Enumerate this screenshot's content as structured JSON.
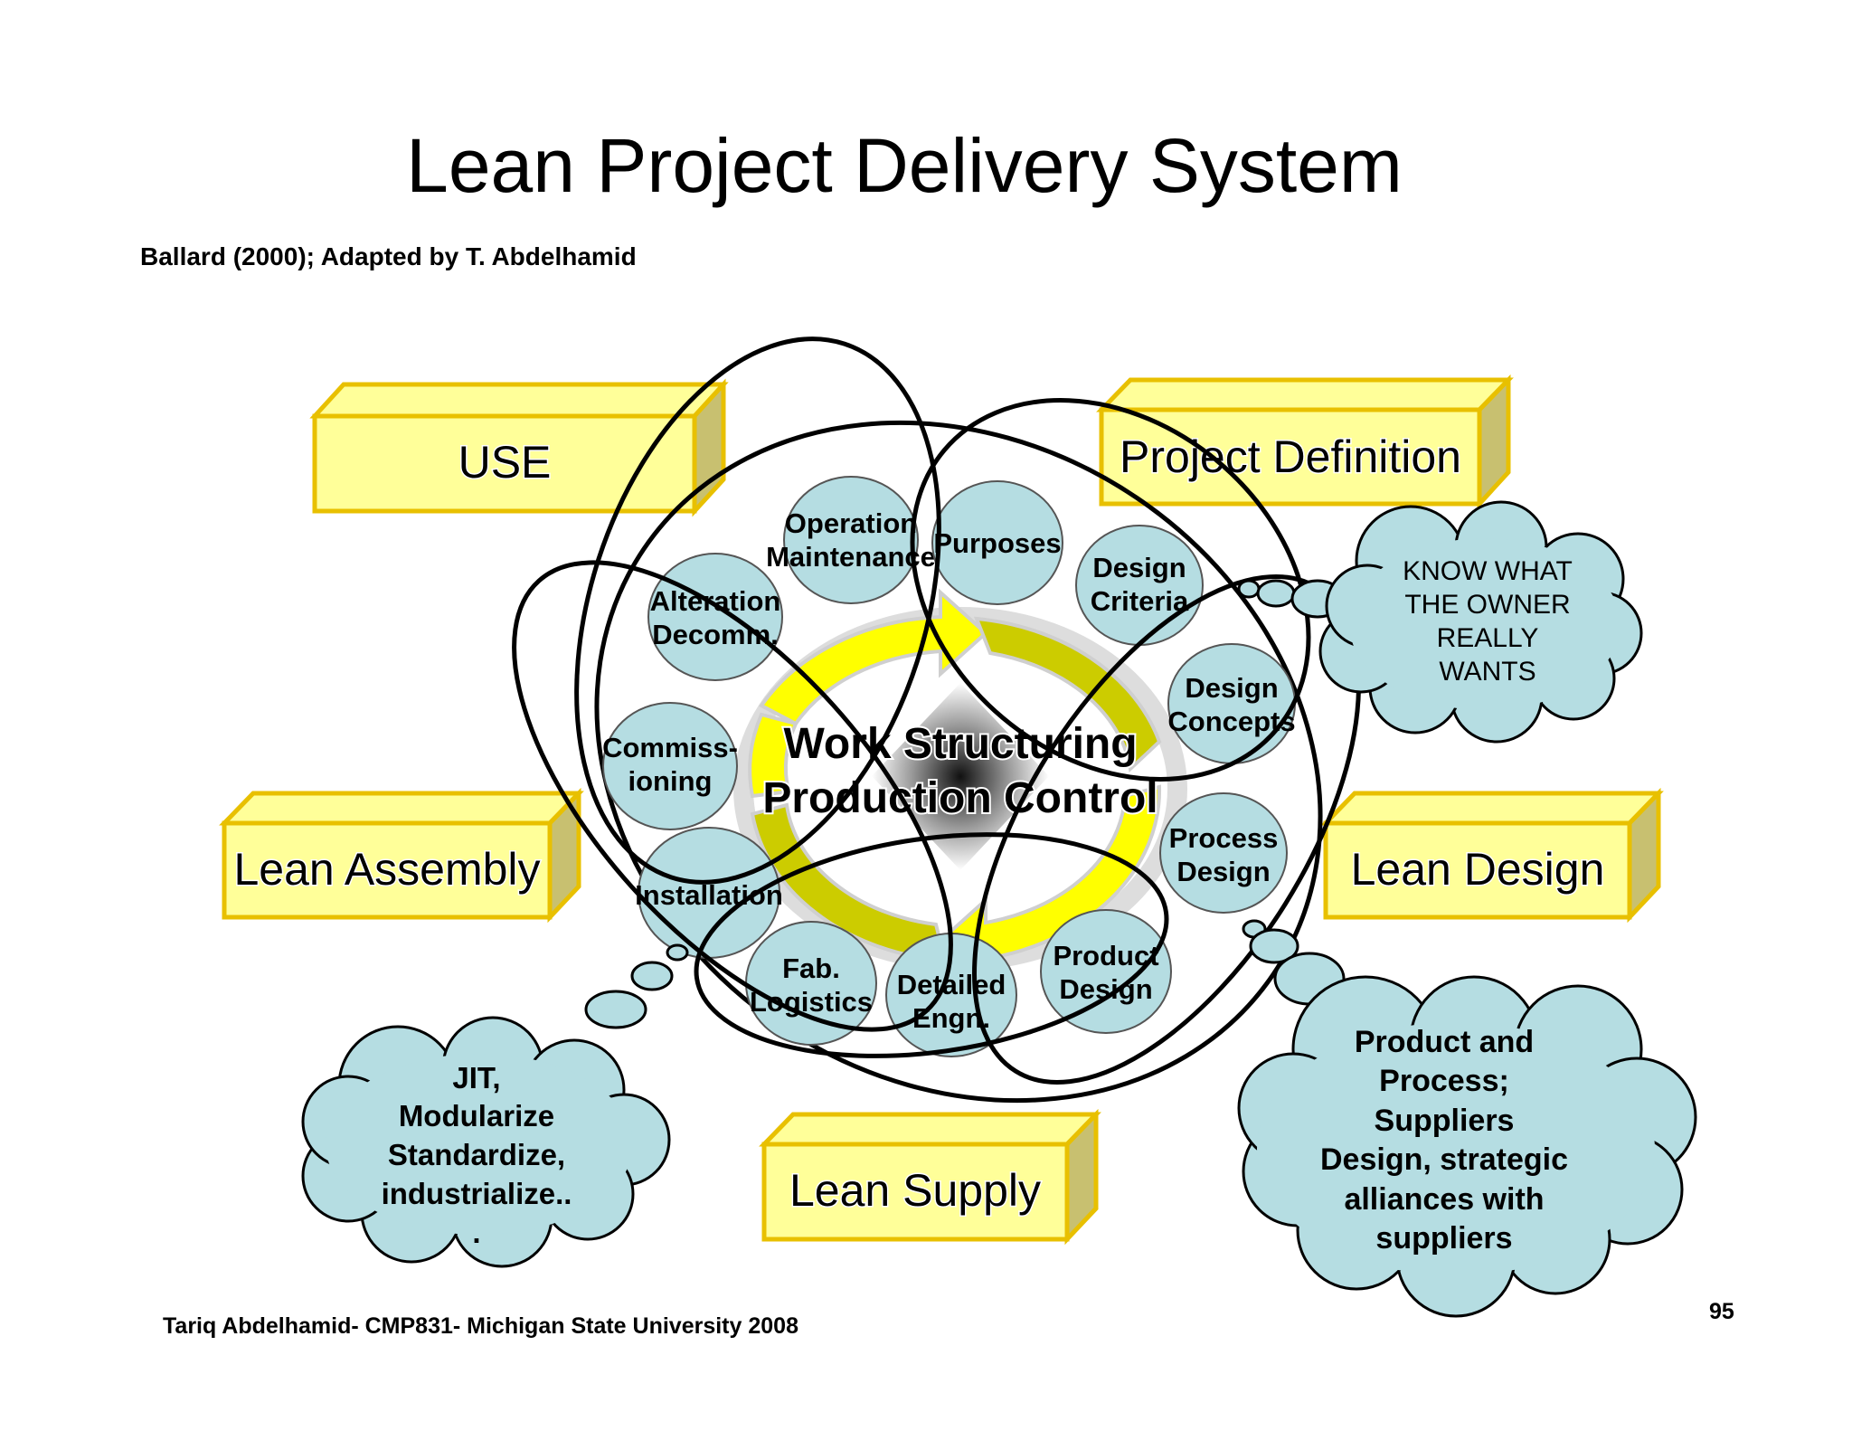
{
  "slide": {
    "title": "Lean Project Delivery System",
    "attribution": "Ballard (2000); Adapted by T. Abdelhamid",
    "footer": "Tariq Abdelhamid- CMP831- Michigan State University 2008",
    "page_number": "95"
  },
  "boxes": {
    "use": "USE",
    "project_definition": "Project Definition",
    "lean_assembly": "Lean Assembly",
    "lean_design": "Lean Design",
    "lean_supply": "Lean Supply"
  },
  "center": {
    "line1": "Work Structuring",
    "line2": "Production Control"
  },
  "nodes": {
    "operation_maintenance": [
      "Operation",
      "Maintenance"
    ],
    "purposes": [
      "Purposes"
    ],
    "design_criteria": [
      "Design",
      "Criteria"
    ],
    "alteration_decomm": [
      "Alteration",
      "Decomm."
    ],
    "design_concepts": [
      "Design",
      "Concepts"
    ],
    "commissioning": [
      "Commiss-",
      "ioning"
    ],
    "process_design": [
      "Process",
      "Design"
    ],
    "installation": [
      "Installation"
    ],
    "product_design": [
      "Product",
      "Design"
    ],
    "fab_logistics": [
      "Fab.",
      "Logistics"
    ],
    "detailed_engn": [
      "Detailed",
      "Engn."
    ]
  },
  "clouds": {
    "owner": [
      "KNOW WHAT",
      "THE OWNER",
      "REALLY",
      "WANTS"
    ],
    "jit": [
      "JIT,",
      "Modularize",
      "Standardize,",
      "industrialize..",
      "."
    ],
    "suppliers": [
      "Product and",
      "Process;",
      "Suppliers",
      "Design, strategic",
      "alliances with",
      "suppliers"
    ]
  },
  "colors": {
    "box_fill": "#ffff99",
    "box_border": "#e8c000",
    "box_side": "#c8c070",
    "node_fill": "#b5dde2",
    "cloud_fill": "#b5dde2",
    "arrow_yellow": "#ffff00",
    "arrow_olive": "#cccc00"
  }
}
